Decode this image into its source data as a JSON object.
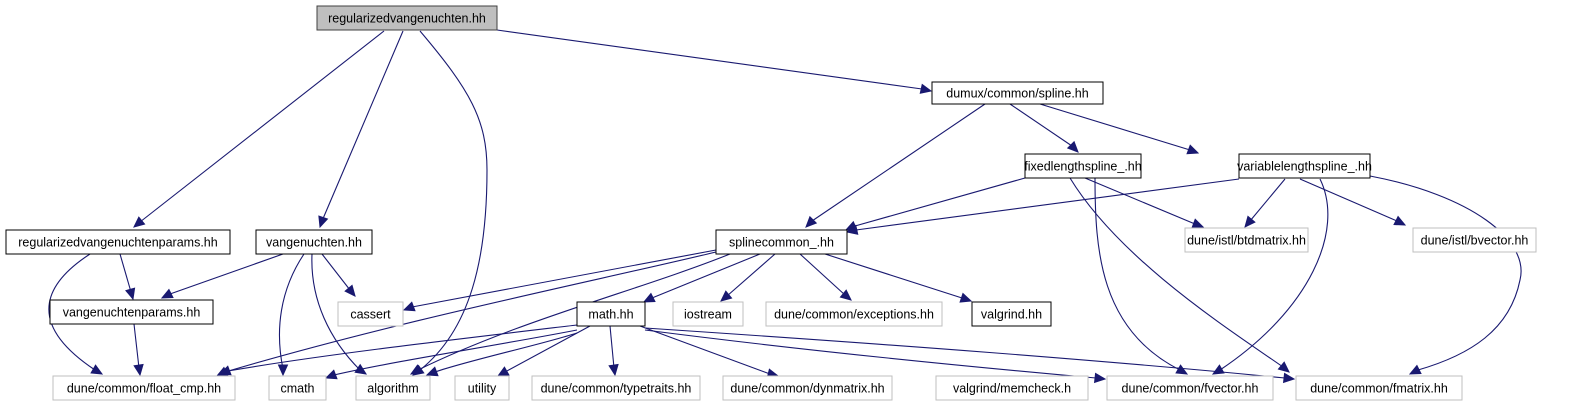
{
  "title": "regularizedvangenuchten.hh include dependency graph",
  "colors": {
    "edge": "#191970",
    "root_fill": "#bfbfbf",
    "root_stroke": "#404040",
    "documented_fill": "#ffffff",
    "documented_stroke": "#000000",
    "external_fill": "#ffffff",
    "external_stroke": "#bfbfbf"
  },
  "nodes": [
    {
      "id": "root",
      "label": "regularizedvangenuchten.hh",
      "kind": "root"
    },
    {
      "id": "spline",
      "label": "dumux/common/spline.hh",
      "kind": "documented"
    },
    {
      "id": "regparams",
      "label": "regularizedvangenuchtenparams.hh",
      "kind": "documented"
    },
    {
      "id": "vg",
      "label": "vangenuchten.hh",
      "kind": "documented"
    },
    {
      "id": "fixed",
      "label": "fixedlengthspline_.hh",
      "kind": "documented"
    },
    {
      "id": "variable",
      "label": "variablelengthspline_.hh",
      "kind": "documented"
    },
    {
      "id": "splinecommon",
      "label": "splinecommon_.hh",
      "kind": "documented"
    },
    {
      "id": "vgparams",
      "label": "vangenuchtenparams.hh",
      "kind": "documented"
    },
    {
      "id": "cassert",
      "label": "cassert",
      "kind": "external"
    },
    {
      "id": "math",
      "label": "math.hh",
      "kind": "documented"
    },
    {
      "id": "iostream",
      "label": "iostream",
      "kind": "external"
    },
    {
      "id": "exceptions",
      "label": "dune/common/exceptions.hh",
      "kind": "external"
    },
    {
      "id": "valgrind",
      "label": "valgrind.hh",
      "kind": "documented"
    },
    {
      "id": "btdmatrix",
      "label": "dune/istl/btdmatrix.hh",
      "kind": "external"
    },
    {
      "id": "bvector",
      "label": "dune/istl/bvector.hh",
      "kind": "external"
    },
    {
      "id": "floatcmp",
      "label": "dune/common/float_cmp.hh",
      "kind": "external"
    },
    {
      "id": "cmath",
      "label": "cmath",
      "kind": "external"
    },
    {
      "id": "algorithm",
      "label": "algorithm",
      "kind": "external"
    },
    {
      "id": "utility",
      "label": "utility",
      "kind": "external"
    },
    {
      "id": "typetraits",
      "label": "dune/common/typetraits.hh",
      "kind": "external"
    },
    {
      "id": "dynmatrix",
      "label": "dune/common/dynmatrix.hh",
      "kind": "external"
    },
    {
      "id": "memcheck",
      "label": "valgrind/memcheck.h",
      "kind": "external"
    },
    {
      "id": "fvector",
      "label": "dune/common/fvector.hh",
      "kind": "external"
    },
    {
      "id": "fmatrix",
      "label": "dune/common/fmatrix.hh",
      "kind": "external"
    }
  ],
  "edges": [
    {
      "from": "root",
      "to": "regparams"
    },
    {
      "from": "root",
      "to": "vg"
    },
    {
      "from": "root",
      "to": "algorithm"
    },
    {
      "from": "root",
      "to": "spline"
    },
    {
      "from": "spline",
      "to": "splinecommon"
    },
    {
      "from": "spline",
      "to": "fixed"
    },
    {
      "from": "spline",
      "to": "variable"
    },
    {
      "from": "fixed",
      "to": "splinecommon"
    },
    {
      "from": "fixed",
      "to": "btdmatrix"
    },
    {
      "from": "fixed",
      "to": "fvector"
    },
    {
      "from": "fixed",
      "to": "fmatrix"
    },
    {
      "from": "variable",
      "to": "splinecommon"
    },
    {
      "from": "variable",
      "to": "btdmatrix"
    },
    {
      "from": "variable",
      "to": "bvector"
    },
    {
      "from": "variable",
      "to": "fvector"
    },
    {
      "from": "variable",
      "to": "fmatrix"
    },
    {
      "from": "regparams",
      "to": "vgparams"
    },
    {
      "from": "regparams",
      "to": "floatcmp"
    },
    {
      "from": "vg",
      "to": "vgparams"
    },
    {
      "from": "vg",
      "to": "cassert"
    },
    {
      "from": "vg",
      "to": "cmath"
    },
    {
      "from": "vg",
      "to": "algorithm"
    },
    {
      "from": "vgparams",
      "to": "floatcmp"
    },
    {
      "from": "splinecommon",
      "to": "cassert"
    },
    {
      "from": "splinecommon",
      "to": "floatcmp"
    },
    {
      "from": "splinecommon",
      "to": "algorithm"
    },
    {
      "from": "splinecommon",
      "to": "math"
    },
    {
      "from": "splinecommon",
      "to": "iostream"
    },
    {
      "from": "splinecommon",
      "to": "exceptions"
    },
    {
      "from": "splinecommon",
      "to": "valgrind"
    },
    {
      "from": "math",
      "to": "floatcmp"
    },
    {
      "from": "math",
      "to": "cmath"
    },
    {
      "from": "math",
      "to": "algorithm"
    },
    {
      "from": "math",
      "to": "utility"
    },
    {
      "from": "math",
      "to": "typetraits"
    },
    {
      "from": "math",
      "to": "dynmatrix"
    },
    {
      "from": "math",
      "to": "fvector"
    },
    {
      "from": "math",
      "to": "fmatrix"
    },
    {
      "from": "valgrind",
      "to": "memcheck"
    }
  ]
}
